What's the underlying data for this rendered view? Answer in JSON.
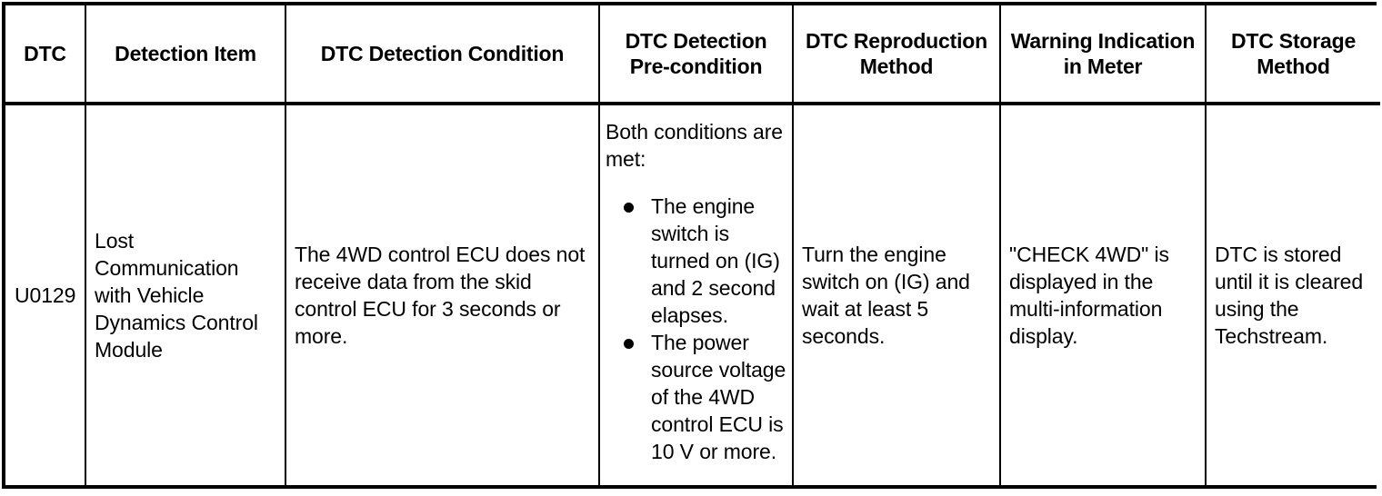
{
  "table": {
    "columns": [
      {
        "key": "dtc",
        "label": "DTC"
      },
      {
        "key": "item",
        "label": "Detection Item"
      },
      {
        "key": "cond",
        "label": "DTC Detection Condition"
      },
      {
        "key": "pre",
        "label": "DTC Detection Pre-condition"
      },
      {
        "key": "repro",
        "label": "DTC Reproduction Method"
      },
      {
        "key": "warn",
        "label": "Warning Indication in Meter"
      },
      {
        "key": "storage",
        "label": "DTC Storage Method"
      }
    ],
    "rows": [
      {
        "dtc": "U0129",
        "item": "Lost Communication with Vehicle Dynamics Control Module",
        "cond": "The 4WD control ECU does not receive data from the skid control ECU for 3 seconds or more.",
        "pre_intro": "Both conditions are met:",
        "pre_bullets": [
          "The engine switch is turned on (IG) and 2 second elapses.",
          "The power source voltage of the 4WD control ECU is 10 V or more."
        ],
        "repro": "Turn the engine switch on (IG) and wait at least 5 seconds.",
        "warn": "\"CHECK 4WD\" is displayed in the multi-information display.",
        "storage": "DTC is stored until it is cleared using the Techstream."
      }
    ]
  },
  "colors": {
    "border": "#000000",
    "text": "#000000",
    "background": "#ffffff"
  }
}
